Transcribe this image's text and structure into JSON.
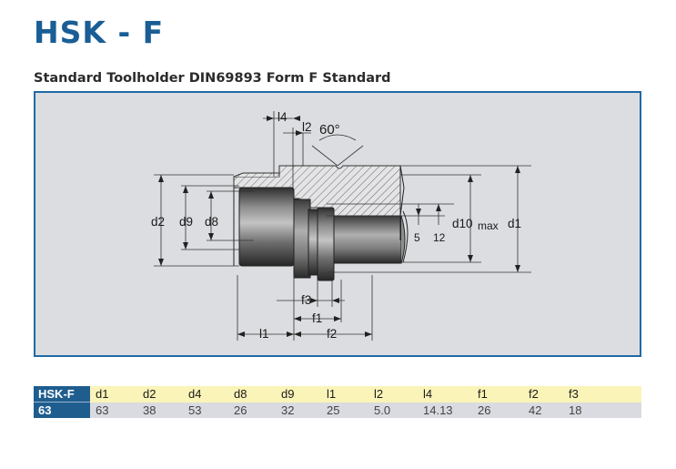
{
  "title": "HSK - F",
  "subtitle": "Standard Toolholder DIN69893 Form F Standard",
  "drawing": {
    "labels": {
      "l4": "l4",
      "l2": "l2",
      "angle": "60°",
      "d2": "d2",
      "d9": "d9",
      "d8": "d8",
      "dim5": "5",
      "dim12": "12",
      "d10": "d10",
      "max": "max",
      "d1": "d1",
      "f3": "f3",
      "f1": "f1",
      "l1": "l1",
      "f2": "f2"
    },
    "colors": {
      "border": "#1f6aa5",
      "background": "#dcdde1"
    }
  },
  "table": {
    "row_header": "HSK-F",
    "columns": [
      "d1",
      "d2",
      "d4",
      "d8",
      "d9",
      "l1",
      "l2",
      "l4",
      "f1",
      "f2",
      "f3"
    ],
    "rows": [
      {
        "label": "63",
        "values": [
          "63",
          "38",
          "53",
          "26",
          "32",
          "25",
          "5.0",
          "14.13",
          "26",
          "42",
          "18"
        ]
      }
    ],
    "colors": {
      "header_bg": "#faf4b8",
      "row_bg": "#d9dbe0",
      "label_bg": "#1f5d8f"
    }
  }
}
